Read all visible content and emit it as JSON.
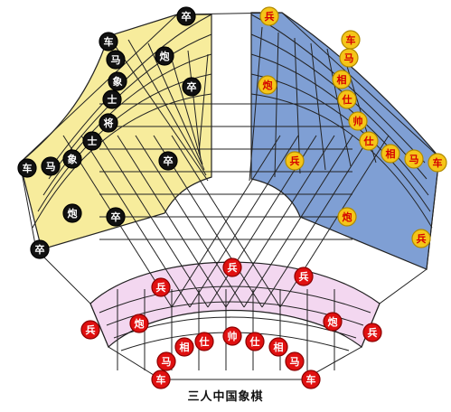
{
  "caption": "三人中国象棋",
  "colors": {
    "yellow_zone": "#f7ec9c",
    "blue_zone": "#7f9fd4",
    "pink_zone": "#f3d7f0",
    "line": "#222222",
    "black_piece": "#111111",
    "gold_piece": "#f5c518",
    "red_piece": "#e01010"
  },
  "pieces": {
    "black": [
      {
        "id": "black-che-top",
        "label": "车"
      },
      {
        "id": "black-ma-top",
        "label": "马"
      },
      {
        "id": "black-xiang-top",
        "label": "象"
      },
      {
        "id": "black-shi-top",
        "label": "士"
      },
      {
        "id": "black-jiang",
        "label": "将"
      },
      {
        "id": "black-shi-low",
        "label": "士"
      },
      {
        "id": "black-xiang-low",
        "label": "象"
      },
      {
        "id": "black-ma-low",
        "label": "马"
      },
      {
        "id": "black-che-low",
        "label": "车"
      },
      {
        "id": "black-pao-top",
        "label": "炮"
      },
      {
        "id": "black-pao-low",
        "label": "炮"
      },
      {
        "id": "black-zu-1",
        "label": "卒"
      },
      {
        "id": "black-zu-2",
        "label": "卒"
      },
      {
        "id": "black-zu-3",
        "label": "卒"
      },
      {
        "id": "black-zu-4",
        "label": "卒"
      },
      {
        "id": "black-zu-5",
        "label": "卒"
      }
    ],
    "gold": [
      {
        "id": "gold-bing-top",
        "label": "兵"
      },
      {
        "id": "gold-che-top",
        "label": "车"
      },
      {
        "id": "gold-ma-top",
        "label": "马"
      },
      {
        "id": "gold-xiang-top",
        "label": "相"
      },
      {
        "id": "gold-shi-top",
        "label": "仕"
      },
      {
        "id": "gold-shuai",
        "label": "帅"
      },
      {
        "id": "gold-shi-low",
        "label": "仕"
      },
      {
        "id": "gold-xiang-low",
        "label": "相"
      },
      {
        "id": "gold-ma-low",
        "label": "马"
      },
      {
        "id": "gold-che-low",
        "label": "车"
      },
      {
        "id": "gold-pao-top",
        "label": "炮"
      },
      {
        "id": "gold-pao-low",
        "label": "炮"
      },
      {
        "id": "gold-bing-mid",
        "label": "兵"
      },
      {
        "id": "gold-bing-bot",
        "label": "兵"
      }
    ],
    "red": [
      {
        "id": "red-bing-l1",
        "label": "兵"
      },
      {
        "id": "red-bing-l2",
        "label": "兵"
      },
      {
        "id": "red-bing-top",
        "label": "兵"
      },
      {
        "id": "red-bing-r1",
        "label": "兵"
      },
      {
        "id": "red-bing-r2",
        "label": "兵"
      },
      {
        "id": "red-pao-l",
        "label": "炮"
      },
      {
        "id": "red-pao-r",
        "label": "炮"
      },
      {
        "id": "red-che-l",
        "label": "车"
      },
      {
        "id": "red-ma-l",
        "label": "马"
      },
      {
        "id": "red-xiang-l",
        "label": "相"
      },
      {
        "id": "red-shi-l",
        "label": "仕"
      },
      {
        "id": "red-shuai",
        "label": "帅"
      },
      {
        "id": "red-shi-r",
        "label": "仕"
      },
      {
        "id": "red-xiang-r",
        "label": "相"
      },
      {
        "id": "red-ma-r",
        "label": "马"
      },
      {
        "id": "red-che-r",
        "label": "车"
      }
    ]
  }
}
